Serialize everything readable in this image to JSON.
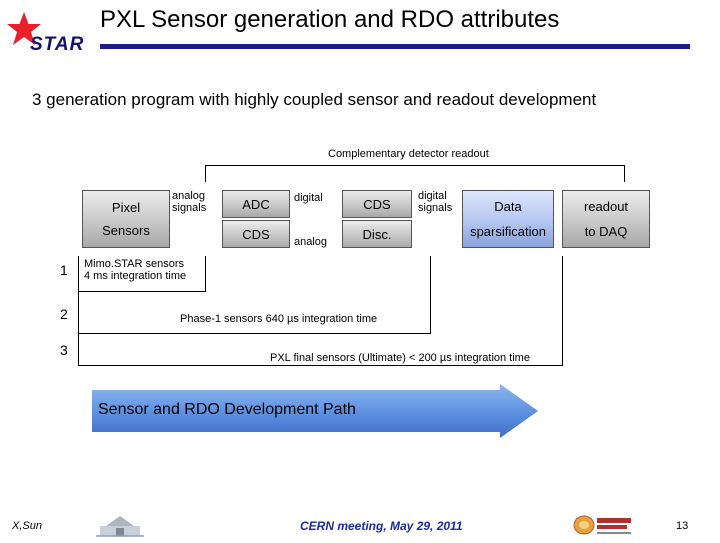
{
  "title": "PXL Sensor generation and RDO attributes",
  "logo_text": "STAR",
  "subtitle": "3 generation program with highly coupled sensor and readout development",
  "bracket_label": "Complementary detector readout",
  "flow": {
    "pixel": "Pixel",
    "sensors": "Sensors",
    "analog_signals": [
      "analog",
      "signals"
    ],
    "adc": "ADC",
    "cds1": "CDS",
    "digital": "digital",
    "analog": "analog",
    "cds2": "CDS",
    "disc": "Disc.",
    "digital_signals": [
      "digital",
      "signals"
    ],
    "data": "Data",
    "sparsification": "sparsification",
    "readout": "readout",
    "to_daq": "to DAQ"
  },
  "rows": [
    {
      "num": "1",
      "label": [
        "Mimo.STAR sensors",
        "4 ms integration time"
      ]
    },
    {
      "num": "2",
      "label": "Phase-1 sensors  640 µs integration time"
    },
    {
      "num": "3",
      "label": "PXL final sensors (Ultimate)  < 200 µs integration time"
    }
  ],
  "arrow_label": "Sensor and RDO Development Path",
  "footer": {
    "author": "X,Sun",
    "meeting": "CERN meeting, May 29, 2011",
    "page": "13"
  },
  "colors": {
    "title_bar": "#1c1c8a",
    "arrow": "#5b8fe0",
    "star": "#e8202a",
    "footer_text": "#1a2a9a"
  }
}
